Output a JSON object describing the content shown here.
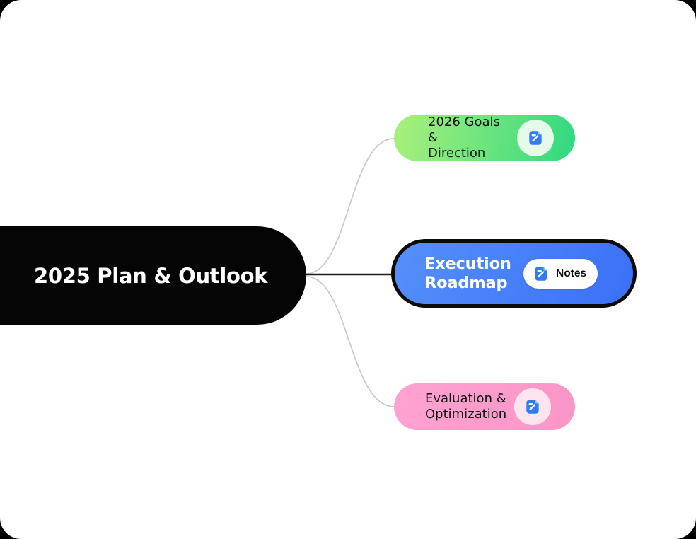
{
  "app": {
    "surface_bg": "#ffffff",
    "outside_bg": "#000000"
  },
  "mindmap": {
    "root": {
      "label": "2025 Plan & Outlook",
      "bg": "#050505",
      "text_color": "#ffffff"
    },
    "children": [
      {
        "id": "goals",
        "label": "2026 Goals &\nDirection",
        "gradient_from": "#abf07c",
        "gradient_to": "#2fd980",
        "text_color": "#101010",
        "has_note_badge": true
      },
      {
        "id": "execution",
        "label": "Execution\nRoadmap",
        "gradient_from": "#5590fb",
        "gradient_to": "#3a70f8",
        "text_color": "#ffffff",
        "selected": true,
        "notes_button": {
          "label": "Notes"
        }
      },
      {
        "id": "evaluation",
        "label": "Evaluation &\nOptimization",
        "gradient_from": "#ffa2d2",
        "gradient_to": "#fa96c7",
        "text_color": "#101010",
        "has_note_badge": true
      }
    ],
    "connector_color": "#c9c9c9",
    "selected_connector_color": "#1f1f1f",
    "note_icon": {
      "name": "notes-icon",
      "color": "#2e7cf6",
      "fold_color": "#9dc1fb"
    },
    "badge_colors": {
      "mint": "#e5faea",
      "rose": "#fce5f1"
    }
  }
}
